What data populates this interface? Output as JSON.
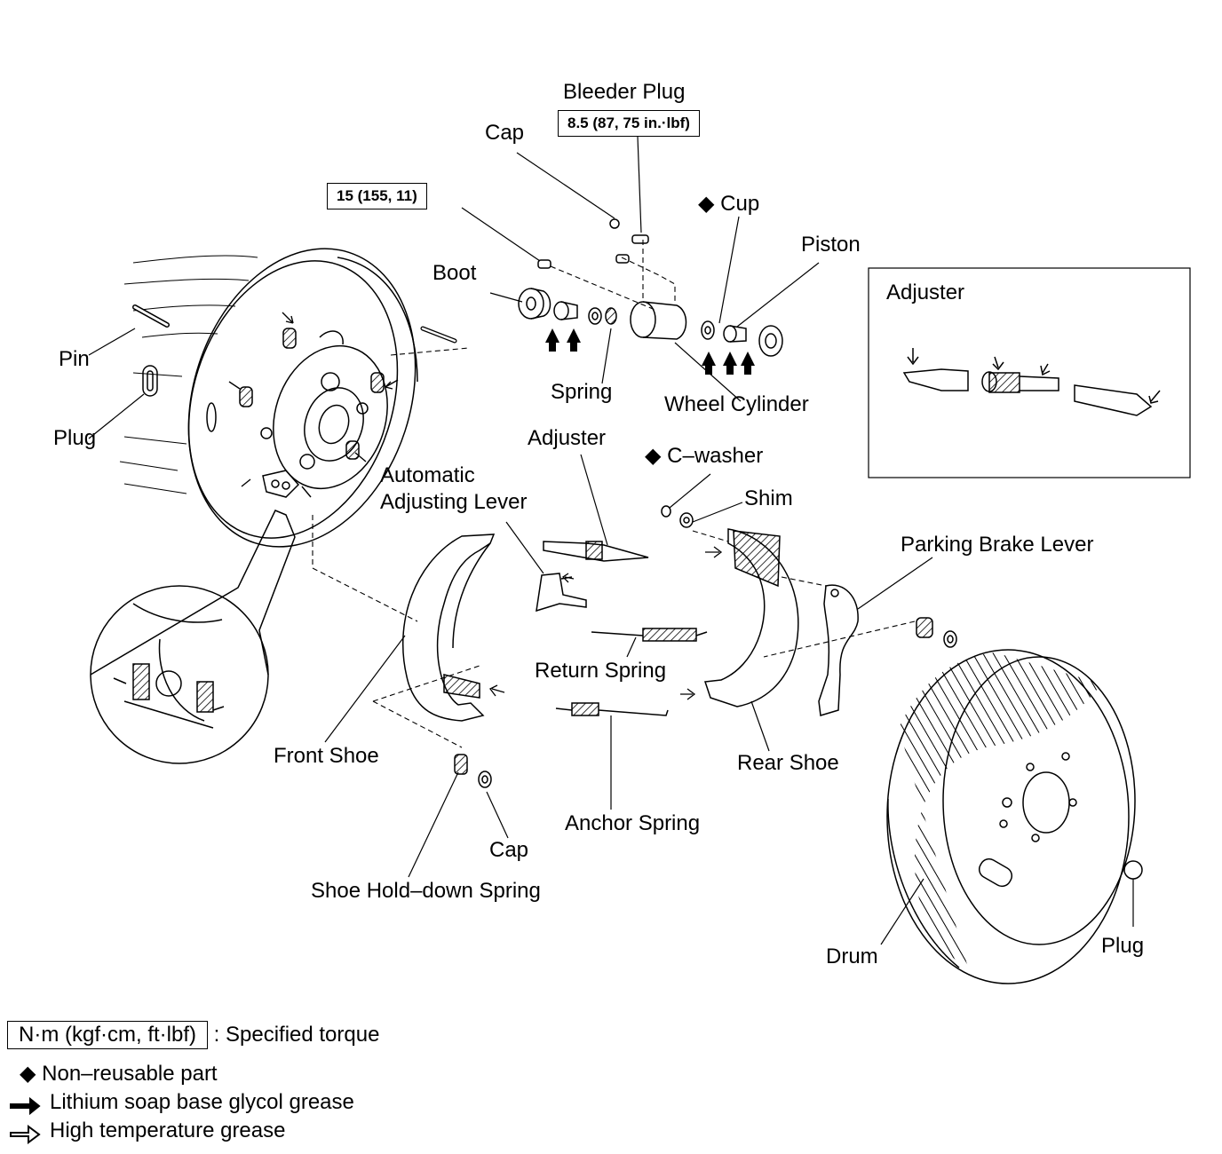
{
  "torque": {
    "bleeder": "8.5 (87, 75 in.·lbf)",
    "backing_bolt": "15 (155, 11)"
  },
  "labels": {
    "bleeder_plug": "Bleeder Plug",
    "cap_top": "Cap",
    "cup": "Cup",
    "piston": "Piston",
    "boot": "Boot",
    "pin": "Pin",
    "plug_left": "Plug",
    "spring": "Spring",
    "wheel_cylinder": "Wheel Cylinder",
    "adjuster_inset": "Adjuster",
    "adjuster": "Adjuster",
    "c_washer": "C–washer",
    "shim": "Shim",
    "auto_adjusting_lever_1": "Automatic",
    "auto_adjusting_lever_2": "Adjusting Lever",
    "parking_brake_lever": "Parking Brake Lever",
    "return_spring": "Return Spring",
    "front_shoe": "Front Shoe",
    "rear_shoe": "Rear Shoe",
    "anchor_spring": "Anchor Spring",
    "cap_bottom": "Cap",
    "shoe_holddown_spring": "Shoe Hold–down Spring",
    "drum": "Drum",
    "plug_right": "Plug"
  },
  "symbols": {
    "diamond": "◆",
    "solid_arrow": "➡",
    "hollow_arrow": "⇨"
  },
  "legend": {
    "torque_unit": "N·m (kgf·cm, ft·lbf)",
    "torque_desc": ": Specified torque",
    "non_reusable": "Non–reusable part",
    "lithium": "Lithium soap base glycol grease",
    "high_temp": "High temperature grease"
  }
}
